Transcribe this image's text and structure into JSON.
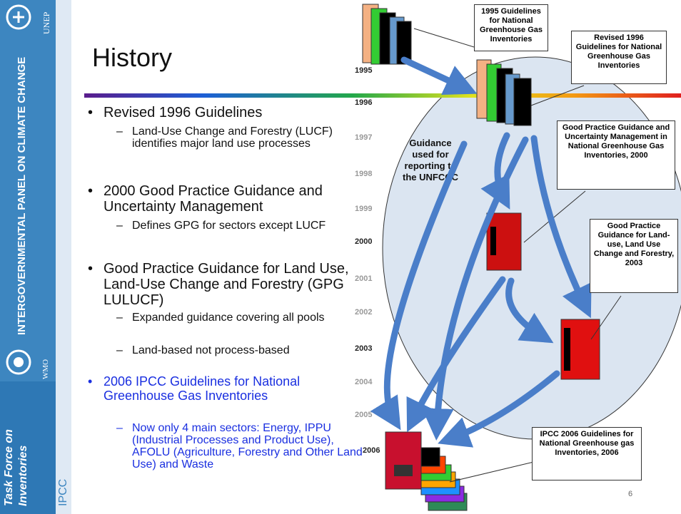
{
  "sidebar": {
    "org_top": "UNEP",
    "panel_name": "INTERGOVERNMENTAL PANEL ON CLIMATE CHANGE",
    "org_bottom": "WMO",
    "task_force_line1": "Task Force on",
    "task_force_line2": "Inventories",
    "ipcc": "IPCC"
  },
  "title": "History",
  "bullets": [
    {
      "text": "Revised 1996 Guidelines",
      "subs": [
        "Land-Use Change and Forestry (LUCF) identifies major land use processes"
      ]
    },
    {
      "text": "2000 Good Practice Guidance and Uncertainty Management",
      "subs": [
        "Defines GPG for sectors except LUCF"
      ]
    },
    {
      "text": "Good Practice Guidance for Land Use, Land-Use Change and Forestry (GPG LULUCF)",
      "subs": [
        "Expanded guidance covering all pools",
        "Land-based not process-based"
      ]
    },
    {
      "text": "2006 IPCC Guidelines for National Greenhouse Gas Inventories",
      "subs": [
        "Now only 4 main sectors: Energy, IPPU (Industrial Processes and Product Use), AFOLU (Agriculture, Forestry and Other Land Use) and Waste"
      ]
    }
  ],
  "years": [
    "1995",
    "1996",
    "1997",
    "1998",
    "1999",
    "2000",
    "2001",
    "2002",
    "2003",
    "2004",
    "2005",
    "2006"
  ],
  "guidance_label": "Guidance used for reporting to the UNFCCC",
  "callouts": [
    "1995 Guidelines for National Greenhouse Gas Inventories",
    "Revised 1996 Guidelines for National Greenhouse Gas Inventories",
    "Good Practice Guidance and Uncertainty Management in National Greenhouse Gas Inventories, 2000",
    "Good Practice Guidance for Land-use, Land Use Change and Forestry, 2003",
    "IPCC 2006 Guidelines for National Greenhouse gas Inventories, 2006"
  ],
  "page_number": "6",
  "colors": {
    "sidebar": "#3d86c0",
    "ellipse": "#dbe5f1",
    "arrow": "#4a7ec9",
    "highlight_text": "#1a2fe0"
  }
}
